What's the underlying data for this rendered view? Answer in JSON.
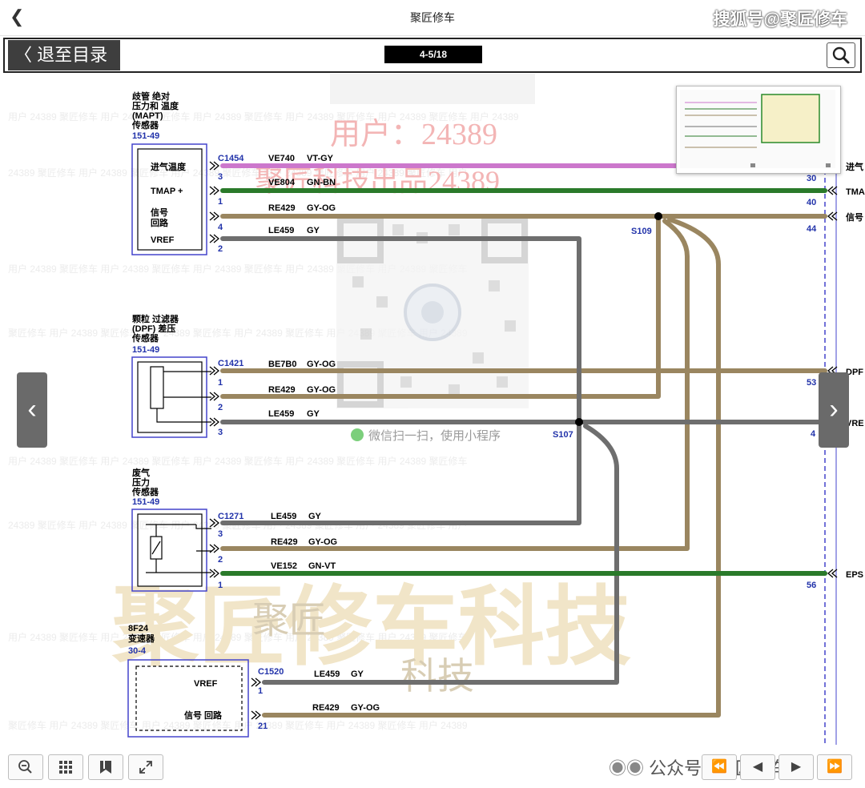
{
  "topbar": {
    "back_icon": "chevron-left-icon",
    "title": "聚匠修车",
    "watermark": "搜狐号@聚匠修车"
  },
  "toolbar": {
    "toc_label": "〈 退至目录",
    "page_indicator": "4-5/18",
    "search_icon": "magnifier-icon"
  },
  "watermarks": {
    "user_id": "用户：24389",
    "print_mark": "聚匠科技出品24389",
    "qr_caption": "微信扫一扫，使用小程序",
    "big_logo": "聚匠修车科技",
    "small_logo_1": "聚匠",
    "small_logo_2": "科技",
    "wechat": "公众号 · 聚匠修车"
  },
  "diagram": {
    "sensors": [
      {
        "name_lines": [
          "歧管 绝对",
          "压力和 温度",
          "(MAPT)",
          "传感器"
        ],
        "ref": "151-49",
        "connector": "C1454",
        "pins": [
          {
            "label": "进气温度",
            "pin": "3",
            "circuit": "VE740",
            "color": "VT-GY"
          },
          {
            "label": "TMAP +",
            "pin": "1",
            "circuit": "VE804",
            "color": "GN-BN"
          },
          {
            "label": "信号 回路",
            "pin": "4",
            "circuit": "RE429",
            "color": "GY-OG"
          },
          {
            "label": "VREF",
            "pin": "2",
            "circuit": "LE459",
            "color": "GY"
          }
        ]
      },
      {
        "name_lines": [
          "颗粒 过滤器",
          "(DPF) 差压",
          "传感器"
        ],
        "ref": "151-49",
        "connector": "C1421",
        "pins": [
          {
            "pin": "1",
            "circuit": "BE7B0",
            "color": "GY-OG"
          },
          {
            "pin": "2",
            "circuit": "RE429",
            "color": "GY-OG"
          },
          {
            "pin": "3",
            "circuit": "LE459",
            "color": "GY"
          }
        ]
      },
      {
        "name_lines": [
          "废气",
          "压力",
          "传感器"
        ],
        "ref": "151-49",
        "connector": "C1271",
        "pins": [
          {
            "pin": "3",
            "circuit": "LE459",
            "color": "GY"
          },
          {
            "pin": "2",
            "circuit": "RE429",
            "color": "GY-OG"
          },
          {
            "pin": "1",
            "circuit": "VE152",
            "color": "GN-VT"
          }
        ]
      },
      {
        "name_lines": [
          "8F24",
          "变速器"
        ],
        "ref": "30-4",
        "connector": "C1520",
        "pins": [
          {
            "label": "VREF",
            "pin": "1",
            "circuit": "LE459",
            "color": "GY"
          },
          {
            "label": "信号 回路",
            "pin": "21",
            "circuit": "RE429",
            "color": "GY-OG"
          }
        ]
      }
    ],
    "splices": [
      "S109",
      "S107"
    ],
    "ecm_pins": [
      {
        "pin": "30",
        "label": "进气"
      },
      {
        "pin": "40",
        "label": "TMA"
      },
      {
        "pin": "44",
        "label": "信号"
      },
      {
        "pin": "53",
        "label": "DPF"
      },
      {
        "pin": "4",
        "label": "VRE"
      },
      {
        "pin": "56",
        "label": "EPS"
      }
    ],
    "wire_colors": {
      "violet": "#cc77cc",
      "green": "#2a7a2a",
      "tan": "#9a8660",
      "gray": "#6e6e6e"
    }
  },
  "nav": {
    "prev_icon": "chevron-left-icon",
    "next_icon": "chevron-right-icon"
  },
  "bottom": {
    "buttons": [
      "zoom-out-icon",
      "grid-icon",
      "bookmark-icon",
      "fullscreen-icon"
    ],
    "pager": [
      "first-page-icon",
      "prev-page-icon",
      "next-page-icon",
      "last-page-icon"
    ]
  }
}
